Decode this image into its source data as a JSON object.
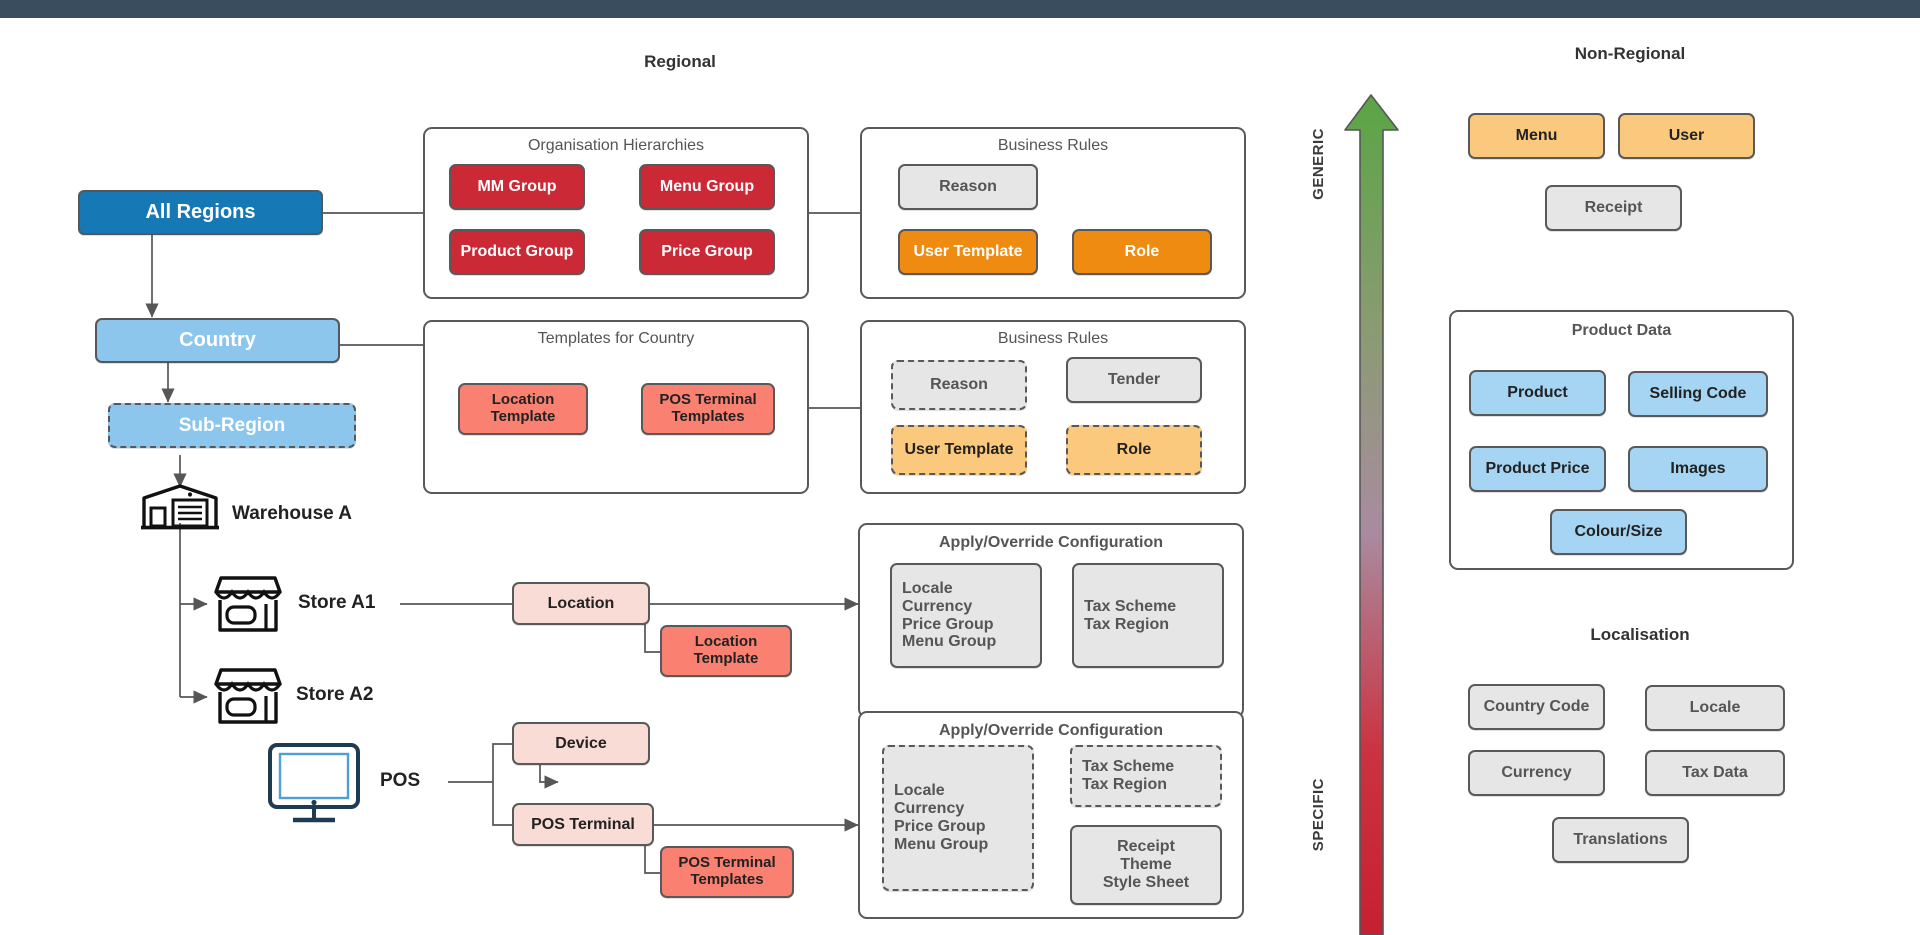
{
  "theme": {
    "topbar": "#3a4d5e",
    "blue_dark": "#1679b6",
    "blue_light": "#8cc6ec",
    "blue_pale": "#a5d5f2",
    "red": "#cc2936",
    "salmon": "#fa8072",
    "pink": "#fadcd6",
    "orange": "#ee8b10",
    "orange_pale": "#fbc97e",
    "grey": "#e6e6e6",
    "border": "#58595b",
    "arrow_top": "#5aa545",
    "arrow_bottom": "#cc2936"
  },
  "headings": {
    "regional": "Regional",
    "non_regional": "Non-Regional",
    "localisation": "Localisation"
  },
  "hierarchy": {
    "all_regions": "All Regions",
    "country": "Country",
    "sub_region": "Sub-Region",
    "warehouse": "Warehouse A",
    "store_a1": "Store A1",
    "store_a2": "Store A2",
    "pos": "POS"
  },
  "icons": {
    "warehouse": "warehouse-icon",
    "store_a1": "store-icon",
    "store_a2": "store-icon",
    "pos": "monitor-icon",
    "axis_arrow": "up-arrow-icon"
  },
  "org_hierarchies": {
    "title": "Organisation Hierarchies",
    "items": [
      {
        "label": "MM Group"
      },
      {
        "label": "Menu Group"
      },
      {
        "label": "Product Group"
      },
      {
        "label": "Price Group"
      }
    ]
  },
  "business_rules_region": {
    "title": "Business Rules",
    "items": [
      {
        "label": "Reason"
      },
      {
        "label": "User Template"
      },
      {
        "label": "Role"
      }
    ]
  },
  "templates_for_country": {
    "title": "Templates for Country",
    "items": [
      {
        "line1": "Location",
        "line2": "Template"
      },
      {
        "line1": "POS Terminal",
        "line2": "Templates"
      }
    ]
  },
  "business_rules_country": {
    "title": "Business Rules",
    "items": [
      {
        "label": "Reason"
      },
      {
        "label": "Tender"
      },
      {
        "label": "User Template"
      },
      {
        "label": "Role"
      }
    ]
  },
  "location_branch": {
    "location": "Location",
    "location_template_l1": "Location",
    "location_template_l2": "Template"
  },
  "pos_branch": {
    "device": "Device",
    "pos_terminal": "POS Terminal",
    "pos_terminal_templates_l1": "POS Terminal",
    "pos_terminal_templates_l2": "Templates"
  },
  "apply_override_store": {
    "title": "Apply/Override Configuration",
    "group_left": [
      "Locale",
      "Currency",
      "Price Group",
      "Menu Group"
    ],
    "group_right": [
      "Tax Scheme",
      "Tax Region"
    ]
  },
  "apply_override_pos": {
    "title": "Apply/Override Configuration",
    "group_left": [
      "Locale",
      "Currency",
      "Price Group",
      "Menu Group"
    ],
    "group_tax": [
      "Tax Scheme",
      "Tax Region"
    ],
    "group_receipt": [
      "Receipt",
      "Theme",
      "Style Sheet"
    ]
  },
  "axis": {
    "top_label": "GENERIC",
    "bottom_label": "SPECIFIC"
  },
  "non_regional": {
    "items": [
      {
        "label": "Menu"
      },
      {
        "label": "User"
      },
      {
        "label": "Receipt"
      }
    ]
  },
  "product_data": {
    "title": "Product Data",
    "items": [
      {
        "label": "Product"
      },
      {
        "label": "Selling Code"
      },
      {
        "label": "Product Price"
      },
      {
        "label": "Images"
      },
      {
        "label": "Colour/Size"
      }
    ]
  },
  "localisation": {
    "items": [
      {
        "label": "Country Code"
      },
      {
        "label": "Locale"
      },
      {
        "label": "Currency"
      },
      {
        "label": "Tax Data"
      },
      {
        "label": "Translations"
      }
    ]
  }
}
